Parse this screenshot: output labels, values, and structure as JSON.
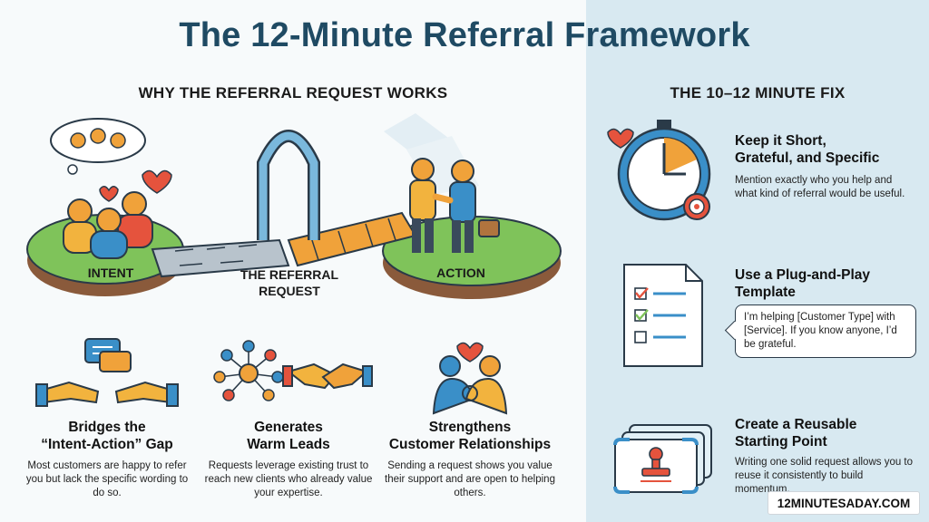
{
  "title": "The 12-Minute Referral Framework",
  "left_section": {
    "heading": "WHY THE REFERRAL REQUEST WORKS",
    "scene": {
      "intent_label": "INTENT",
      "bridge_label_line1": "THE REFERRAL",
      "bridge_label_line2": "REQUEST",
      "action_label": "ACTION"
    },
    "benefits": [
      {
        "icon": "handshake-chat-icon",
        "title_line1": "Bridges the",
        "title_line2": "“Intent-Action” Gap",
        "desc": "Most customers are happy to refer you but lack the specific wording to do so."
      },
      {
        "icon": "network-handshake-icon",
        "title_line1": "Generates",
        "title_line2": "Warm Leads",
        "desc": "Requests leverage existing trust to reach new clients who already value your expertise."
      },
      {
        "icon": "heart-embrace-icon",
        "title_line1": "Strengthens",
        "title_line2": "Customer Relationships",
        "desc": "Sending a request shows you value their support and are open to helping others."
      }
    ]
  },
  "right_section": {
    "heading": "THE 10–12 MINUTE FIX",
    "steps": [
      {
        "icon": "stopwatch-target-icon",
        "title_line1": "Keep it Short,",
        "title_line2": "Grateful, and Specific",
        "desc": "Mention exactly who you help and what kind of referral would be useful."
      },
      {
        "icon": "checklist-document-icon",
        "title_line1": "Use a Plug-and-Play",
        "title_line2": "Template",
        "bubble": "I’m helping [Customer Type] with [Service]. If you know anyone, I’d be grateful."
      },
      {
        "icon": "stamp-cards-icon",
        "title_line1": "Create a Reusable",
        "title_line2": "Starting Point",
        "desc": "Writing one solid request allows you to reuse it consistently to build momentum."
      }
    ]
  },
  "brand": "12MINUTESADAY.COM",
  "colors": {
    "title": "#1f4a63",
    "right_panel": "#d8e9f1",
    "grass": "#7fc35a",
    "accent_orange": "#f0a23a",
    "accent_red": "#e5533d",
    "accent_blue": "#3a8fc8"
  }
}
